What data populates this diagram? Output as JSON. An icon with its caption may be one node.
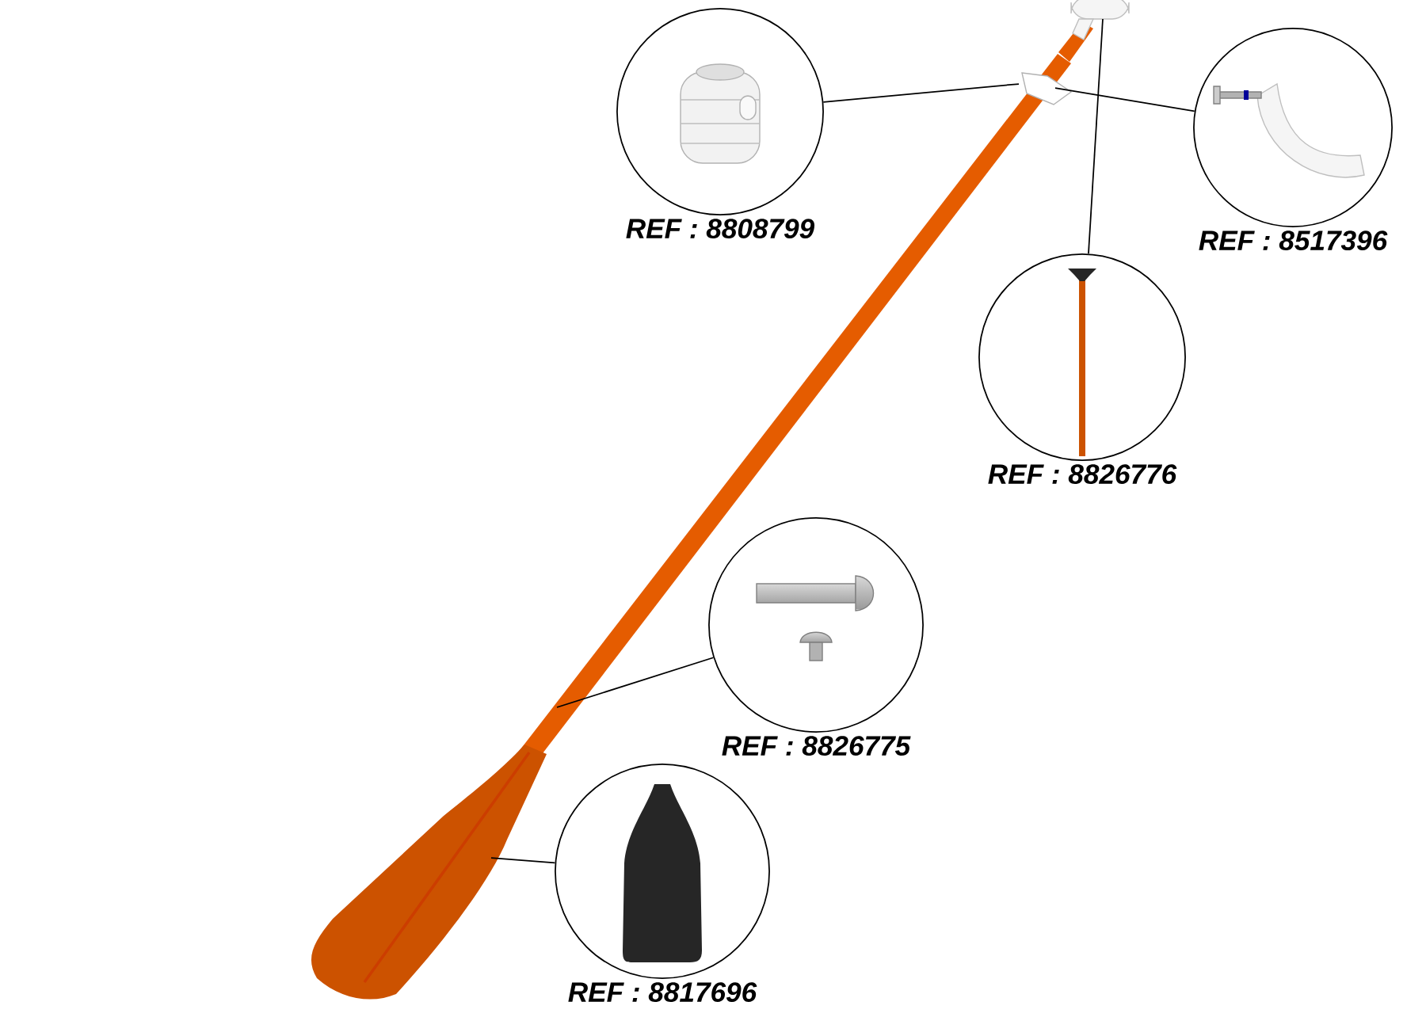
{
  "diagram": {
    "nodes": [
      {
        "text": [
          "REF : 8808799"
        ]
      },
      {
        "text": [
          "REF : 8517396"
        ]
      },
      {
        "text": [
          "REF : 8826776"
        ]
      },
      {
        "text": [
          "REF : 8826775"
        ]
      },
      {
        "text": [
          "REF : 8817696"
        ]
      }
    ],
    "edges": [
      {
        "from": 0,
        "to": null,
        "arrow": "none"
      },
      {
        "from": 1,
        "to": null,
        "arrow": "none"
      },
      {
        "from": 2,
        "to": null,
        "arrow": "none"
      },
      {
        "from": 3,
        "to": null,
        "arrow": "none"
      },
      {
        "from": 4,
        "to": null,
        "arrow": "none"
      }
    ]
  }
}
